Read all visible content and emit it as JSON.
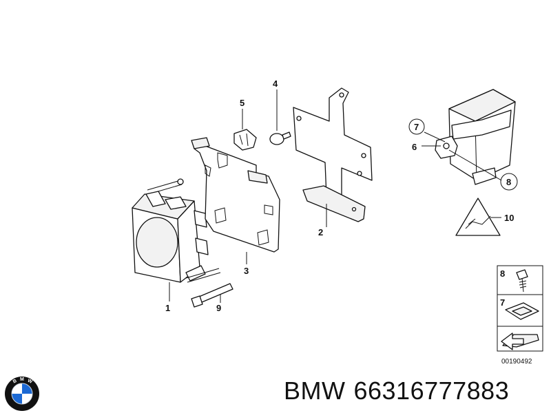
{
  "callouts": [
    "1",
    "2",
    "3",
    "4",
    "5",
    "6",
    "7",
    "8",
    "9",
    "10"
  ],
  "legend": {
    "items": [
      "8",
      "7"
    ]
  },
  "document_number": "00190492",
  "brand": {
    "name": "BMW",
    "part_number": "66316777883",
    "logo_letters": "BMW"
  },
  "colors": {
    "logo_blue": "#1c69d4",
    "logo_black": "#111111",
    "line": "#111111"
  }
}
